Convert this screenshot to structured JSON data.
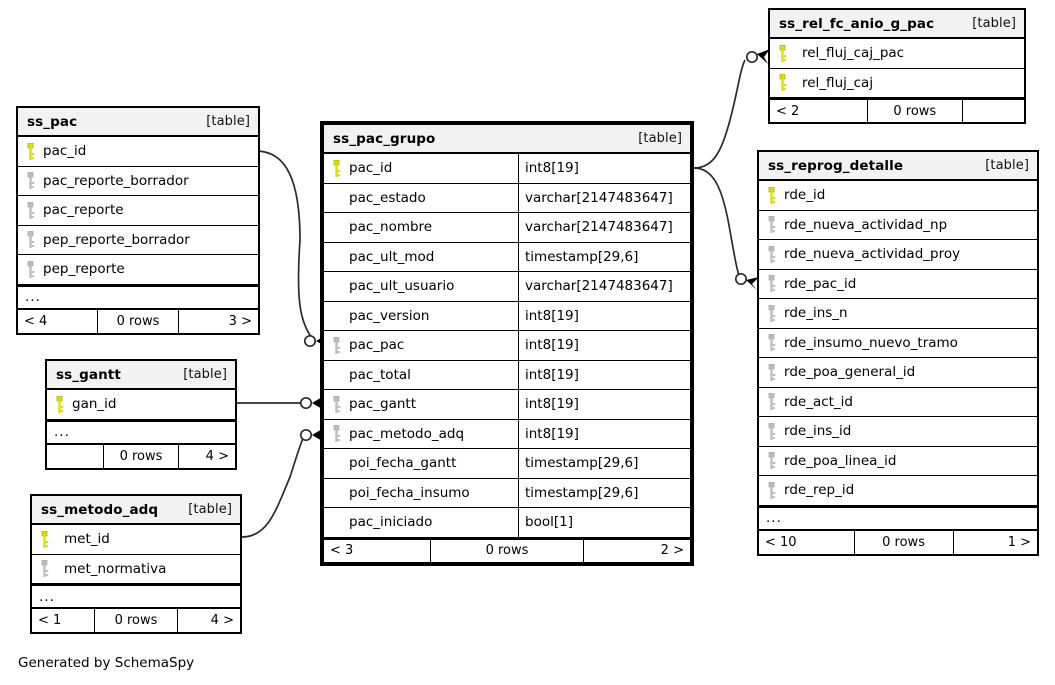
{
  "diagram": {
    "title": "SchemaSpy relationships diagram",
    "generated_by": "Generated by SchemaSpy",
    "table_type_label": "[table]",
    "ellipsis": "...",
    "colors": {
      "primary_key": "#dede00",
      "foreign_key": "#b0b0b0",
      "header_bg": "#f2f2f2",
      "border": "#000000",
      "background": "#ffffff"
    }
  },
  "tables": {
    "ss_pac": {
      "name": "ss_pac",
      "type": "[table]",
      "columns": [
        {
          "key": "primary",
          "name": "pac_id",
          "type": ""
        },
        {
          "key": "foreign",
          "name": "pac_reporte_borrador",
          "type": ""
        },
        {
          "key": "foreign",
          "name": "pac_reporte",
          "type": ""
        },
        {
          "key": "foreign",
          "name": "pep_reporte_borrador",
          "type": ""
        },
        {
          "key": "foreign",
          "name": "pep_reporte",
          "type": ""
        }
      ],
      "has_ellipsis": true,
      "footer": {
        "left": "< 4",
        "center": "0 rows",
        "right": "3 >"
      }
    },
    "ss_gantt": {
      "name": "ss_gantt",
      "type": "[table]",
      "columns": [
        {
          "key": "primary",
          "name": "gan_id",
          "type": ""
        }
      ],
      "has_ellipsis": true,
      "footer": {
        "left": "",
        "center": "0 rows",
        "right": "4 >"
      }
    },
    "ss_metodo_adq": {
      "name": "ss_metodo_adq",
      "type": "[table]",
      "columns": [
        {
          "key": "primary",
          "name": "met_id",
          "type": ""
        },
        {
          "key": "foreign",
          "name": "met_normativa",
          "type": ""
        }
      ],
      "has_ellipsis": true,
      "footer": {
        "left": "< 1",
        "center": "0 rows",
        "right": "4 >"
      }
    },
    "ss_pac_grupo": {
      "name": "ss_pac_grupo",
      "type": "[table]",
      "focus": true,
      "columns": [
        {
          "key": "primary",
          "name": "pac_id",
          "type": "int8[19]"
        },
        {
          "key": "none",
          "name": "pac_estado",
          "type": "varchar[2147483647]"
        },
        {
          "key": "none",
          "name": "pac_nombre",
          "type": "varchar[2147483647]"
        },
        {
          "key": "none",
          "name": "pac_ult_mod",
          "type": "timestamp[29,6]"
        },
        {
          "key": "none",
          "name": "pac_ult_usuario",
          "type": "varchar[2147483647]"
        },
        {
          "key": "none",
          "name": "pac_version",
          "type": "int8[19]"
        },
        {
          "key": "foreign",
          "name": "pac_pac",
          "type": "int8[19]"
        },
        {
          "key": "none",
          "name": "pac_total",
          "type": "int8[19]"
        },
        {
          "key": "foreign",
          "name": "pac_gantt",
          "type": "int8[19]"
        },
        {
          "key": "foreign",
          "name": "pac_metodo_adq",
          "type": "int8[19]"
        },
        {
          "key": "none",
          "name": "poi_fecha_gantt",
          "type": "timestamp[29,6]"
        },
        {
          "key": "none",
          "name": "poi_fecha_insumo",
          "type": "timestamp[29,6]"
        },
        {
          "key": "none",
          "name": "pac_iniciado",
          "type": "bool[1]"
        }
      ],
      "has_ellipsis": false,
      "footer": {
        "left": "< 3",
        "center": "0 rows",
        "right": "2 >"
      }
    },
    "ss_rel_fc_anio_g_pac": {
      "name": "ss_rel_fc_anio_g_pac",
      "type": "[table]",
      "columns": [
        {
          "key": "primary",
          "name": "rel_fluj_caj_pac",
          "type": ""
        },
        {
          "key": "primary",
          "name": "rel_fluj_caj",
          "type": ""
        }
      ],
      "has_ellipsis": false,
      "footer": {
        "left": "< 2",
        "center": "0 rows",
        "right": ""
      }
    },
    "ss_reprog_detalle": {
      "name": "ss_reprog_detalle",
      "type": "[table]",
      "columns": [
        {
          "key": "primary",
          "name": "rde_id",
          "type": ""
        },
        {
          "key": "foreign",
          "name": "rde_nueva_actividad_np",
          "type": ""
        },
        {
          "key": "foreign",
          "name": "rde_nueva_actividad_proy",
          "type": ""
        },
        {
          "key": "foreign",
          "name": "rde_pac_id",
          "type": ""
        },
        {
          "key": "foreign",
          "name": "rde_ins_n",
          "type": ""
        },
        {
          "key": "foreign",
          "name": "rde_insumo_nuevo_tramo",
          "type": ""
        },
        {
          "key": "foreign",
          "name": "rde_poa_general_id",
          "type": ""
        },
        {
          "key": "foreign",
          "name": "rde_act_id",
          "type": ""
        },
        {
          "key": "foreign",
          "name": "rde_ins_id",
          "type": ""
        },
        {
          "key": "foreign",
          "name": "rde_poa_linea_id",
          "type": ""
        },
        {
          "key": "foreign",
          "name": "rde_rep_id",
          "type": ""
        }
      ],
      "has_ellipsis": true,
      "footer": {
        "left": "< 10",
        "center": "0 rows",
        "right": "1 >"
      }
    }
  },
  "relationships": [
    {
      "from_table": "ss_pac",
      "from_column": "pac_id",
      "to_table": "ss_pac_grupo",
      "to_column": "pac_pac",
      "cardinality": "zero-or-many"
    },
    {
      "from_table": "ss_gantt",
      "from_column": "gan_id",
      "to_table": "ss_pac_grupo",
      "to_column": "pac_gantt",
      "cardinality": "zero-or-many"
    },
    {
      "from_table": "ss_metodo_adq",
      "from_column": "met_id",
      "to_table": "ss_pac_grupo",
      "to_column": "pac_metodo_adq",
      "cardinality": "zero-or-many"
    },
    {
      "from_table": "ss_pac_grupo",
      "from_column": "pac_id",
      "to_table": "ss_rel_fc_anio_g_pac",
      "to_column": "rel_fluj_caj_pac",
      "cardinality": "zero-or-many"
    },
    {
      "from_table": "ss_pac_grupo",
      "from_column": "pac_id",
      "to_table": "ss_reprog_detalle",
      "to_column": "rde_pac_id",
      "cardinality": "zero-or-many"
    }
  ]
}
